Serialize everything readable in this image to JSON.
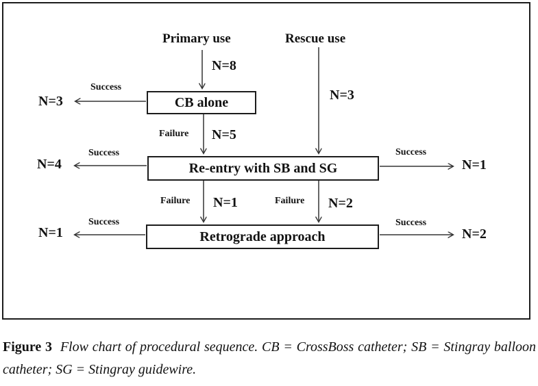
{
  "flowchart": {
    "entries": [
      {
        "label": "Primary use",
        "count": "N=8",
        "to": "CB alone"
      },
      {
        "label": "Rescue use",
        "count": "N=3",
        "to": "Re-entry with SB and SG"
      }
    ],
    "boxes": [
      {
        "label": "CB alone"
      },
      {
        "label": "Re-entry with SB and SG"
      },
      {
        "label": "Retrograde approach"
      }
    ],
    "exits": [
      {
        "label": "Success",
        "count": "N=3",
        "from": "CB alone",
        "side": "left"
      },
      {
        "label": "Success",
        "count": "N=4",
        "from": "Re-entry with SB and SG",
        "side": "left"
      },
      {
        "label": "Success",
        "count": "N=1",
        "from": "Re-entry with SB and SG",
        "side": "right"
      },
      {
        "label": "Success",
        "count": "N=1",
        "from": "Retrograde approach",
        "side": "left"
      },
      {
        "label": "Success",
        "count": "N=2",
        "from": "Retrograde approach",
        "side": "right"
      }
    ],
    "failures": [
      {
        "label": "Failure",
        "count": "N=5",
        "from": "CB alone",
        "to": "Re-entry with SB and SG"
      },
      {
        "label": "Failure",
        "count": "N=1",
        "from": "Re-entry with SB and SG",
        "to": "Retrograde approach",
        "side": "left"
      },
      {
        "label": "Failure",
        "count": "N=2",
        "from": "Re-entry with SB and SG",
        "to": "Retrograde approach",
        "side": "right"
      }
    ]
  },
  "caption": {
    "label": "Figure 3",
    "text": "Flow chart of procedural sequence. CB = CrossBoss catheter; SB = Stingray balloon catheter; SG = Stingray guidewire."
  },
  "colors": {
    "ink": "#1a1a1a",
    "background": "#ffffff"
  }
}
